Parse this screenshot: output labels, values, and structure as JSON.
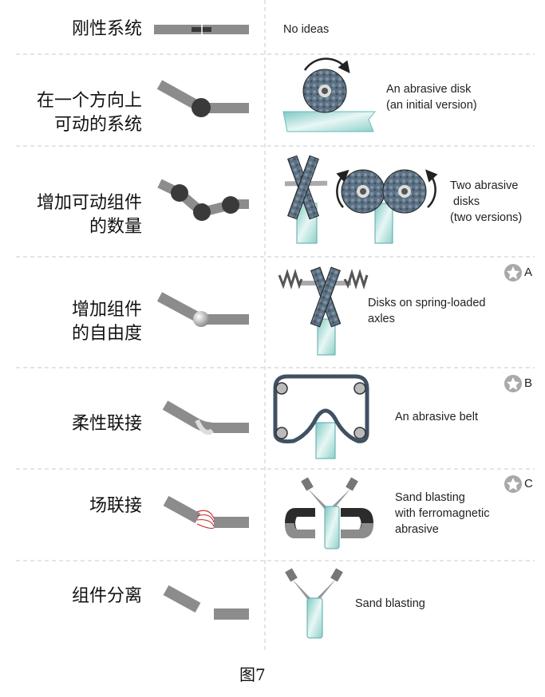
{
  "rows": [
    {
      "principle": [
        "刚性系统"
      ],
      "description": [
        "No ideas"
      ]
    },
    {
      "principle": [
        "在一个方向上",
        "可动的系统"
      ],
      "description": [
        "An abrasive disk",
        "(an initial version)"
      ]
    },
    {
      "principle": [
        "增加可动组件",
        "的数量"
      ],
      "description": [
        "Two abrasive",
        " disks",
        "(two versions)"
      ]
    },
    {
      "principle": [
        "增加组件",
        "的自由度"
      ],
      "description": [
        "Disks on spring-loaded",
        "axles"
      ],
      "badge": "A"
    },
    {
      "principle": [
        "柔性联接"
      ],
      "description": [
        "An abrasive belt"
      ],
      "badge": "B"
    },
    {
      "principle": [
        "场联接"
      ],
      "description": [
        "Sand blasting",
        "with ferromagnetic",
        "abrasive"
      ],
      "badge": "C"
    },
    {
      "principle": [
        "组件分离"
      ],
      "description": [
        "Sand blasting"
      ]
    }
  ],
  "caption": "图7",
  "colors": {
    "bar": "#8c8c8c",
    "joint": "#3a3a3a",
    "disk": "#5b6f80",
    "glass": "#a8dcd6",
    "divider": "#c8c8c8",
    "badge": "#a9a9a9",
    "field": "#cc2222"
  }
}
